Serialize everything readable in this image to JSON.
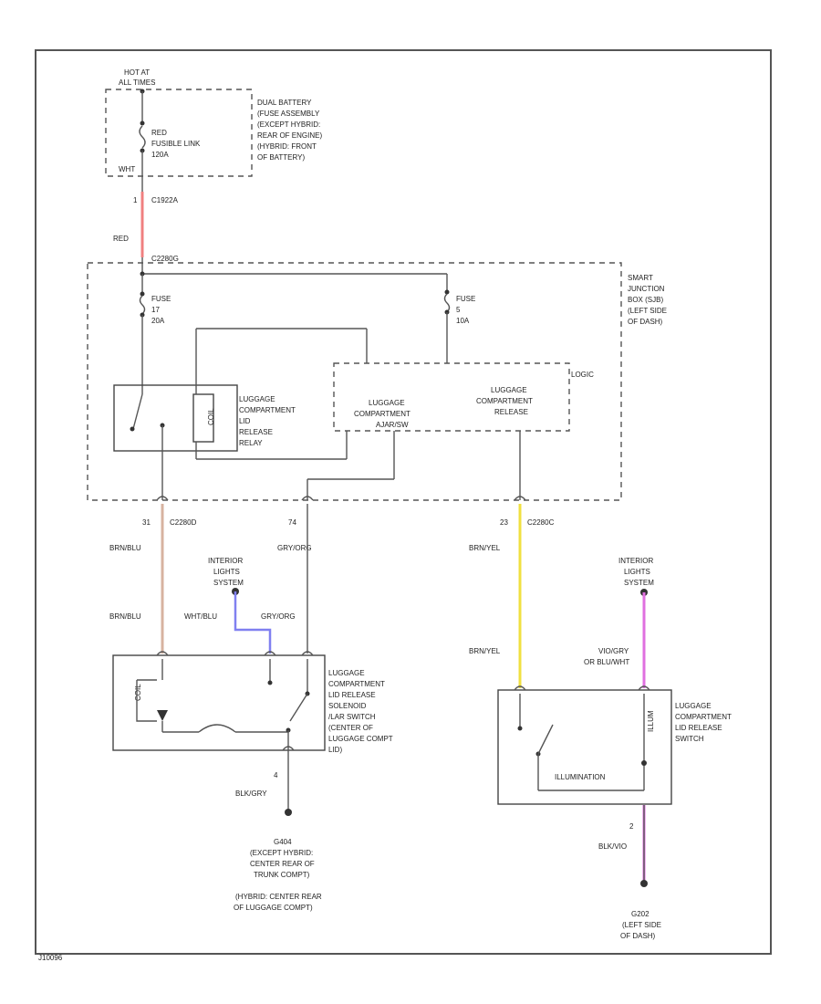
{
  "colors": {
    "red_wire": "#f08080",
    "tan_wire": "#d7b3a0",
    "yellow_wire": "#f0e040",
    "blue_wire": "#8080f0",
    "magenta_wire": "#e070e0"
  },
  "battery": {
    "hot": "HOT AT",
    "hot_sub": "ALL TIMES",
    "fusible": [
      "RED",
      "FUSIBLE LINK",
      "120A"
    ],
    "wht": "WHT",
    "desc": [
      "DUAL BATTERY",
      "(FUSE ASSEMBLY",
      "(EXCEPT HYBRID:",
      "REAR OF ENGINE)",
      "(HYBRID: FRONT",
      "OF BATTERY)"
    ],
    "conn_pin": "1",
    "conn": "C1922A",
    "wire": "RED"
  },
  "sjb": {
    "conn_top": "C2280G",
    "title": [
      "SMART",
      "JUNCTION",
      "BOX (SJB)",
      "(LEFT SIDE",
      "OF DASH)"
    ],
    "fuse17": [
      "FUSE",
      "17",
      "20A"
    ],
    "fuse5": [
      "FUSE",
      "5",
      "10A"
    ],
    "relay_coil": "COIL",
    "relay": [
      "LUGGAGE",
      "COMPARTMENT",
      "LID",
      "RELEASE",
      "RELAY"
    ],
    "logic": "LOGIC",
    "ajar": [
      "LUGGAGE",
      "COMPARTMENT",
      "AJAR/SW"
    ],
    "release": [
      "LUGGAGE",
      "COMPARTMENT",
      "RELEASE"
    ]
  },
  "left_branch": {
    "pin": "31",
    "conn": "C2280D",
    "wire1": "BRN/BLU",
    "wire2": "BRN/BLU",
    "interior": [
      "INTERIOR",
      "LIGHTS",
      "SYSTEM"
    ],
    "wht_blu": "WHT/BLU",
    "mid_pin": "74",
    "gry_org1": "GRY/ORG",
    "gry_org2": "GRY/ORG",
    "solenoid_coil": "COIL",
    "solenoid": [
      "LUGGAGE",
      "COMPARTMENT",
      "LID RELEASE",
      "SOLENOID",
      "/LAR SWITCH",
      "(CENTER OF",
      "LUGGAGE COMPT",
      "LID)"
    ],
    "ground_pin": "4",
    "blk_gry": "BLK/GRY",
    "ground": [
      "G404",
      "(EXCEPT HYBRID:",
      "CENTER REAR OF",
      "TRUNK COMPT)",
      "(HYBRID: CENTER REAR",
      "OF LUGGAGE COMPT)"
    ]
  },
  "right_branch": {
    "pin": "23",
    "conn": "C2280C",
    "wire1": "BRN/YEL",
    "wire2": "BRN/YEL",
    "interior": [
      "INTERIOR",
      "LIGHTS",
      "SYSTEM"
    ],
    "vio_gry": [
      "VIO/GRY",
      "OR BLU/WHT"
    ],
    "switch": [
      "LUGGAGE",
      "COMPARTMENT",
      "LID RELEASE",
      "SWITCH"
    ],
    "bulb": "ILLUM",
    "illumination": "ILLUMINATION",
    "ground_pin": "2",
    "blk_vio": "BLK/VIO",
    "ground": [
      "G202",
      "(LEFT SIDE",
      "OF DASH)"
    ]
  },
  "footer_id": "J10096"
}
